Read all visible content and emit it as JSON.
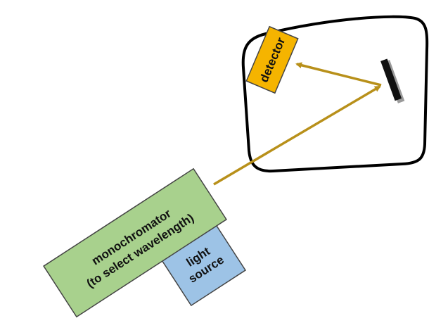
{
  "components": {
    "detector": {
      "label": "detector"
    },
    "monochromator": {
      "label_line1": "monochromator",
      "label_line2": "(to select wavelength)"
    },
    "light_source": {
      "label_line1": "light",
      "label_line2": "source"
    },
    "sample_chamber": {},
    "mirror": {}
  },
  "colors": {
    "beam": "#b8901a",
    "detector_fill": "#f5b400",
    "monochromator_fill": "#a8d18d",
    "light_source_fill": "#9dc3e6",
    "outline": "#000000"
  }
}
